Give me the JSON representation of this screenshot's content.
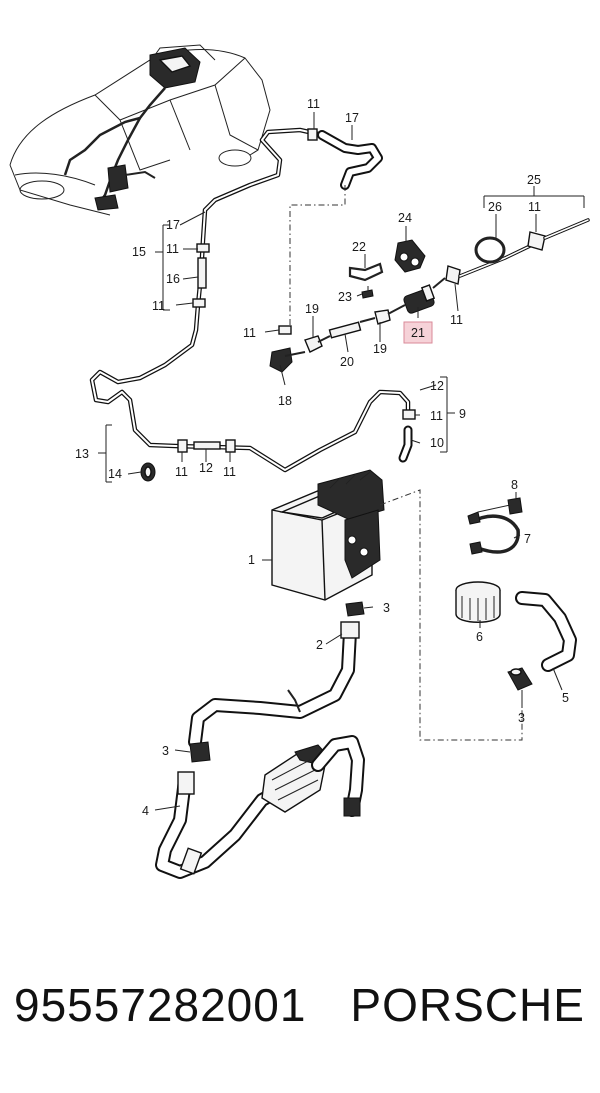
{
  "callouts": {
    "c1": "1",
    "c2": "2",
    "c3a": "3",
    "c3b": "3",
    "c3c": "3",
    "c4": "4",
    "c5": "5",
    "c6": "6",
    "c7": "7",
    "c8": "8",
    "c9": "9",
    "c10": "10",
    "c11a": "11",
    "c11b": "11",
    "c11c": "11",
    "c11d": "11",
    "c11e": "11",
    "c11f": "11",
    "c11g": "11",
    "c11h": "11",
    "c11i": "11",
    "c12a": "12",
    "c12b": "12",
    "c13": "13",
    "c14": "14",
    "c15": "15",
    "c16": "16",
    "c17a": "17",
    "c17b": "17",
    "c18": "18",
    "c19a": "19",
    "c19b": "19",
    "c20": "20",
    "c21": "21",
    "c22": "22",
    "c23": "23",
    "c24": "24",
    "c25": "25",
    "c26": "26"
  },
  "highlight_color": "#f6d2d8",
  "footer": {
    "part_number": "95557282001",
    "brand": "PORSCHE"
  }
}
